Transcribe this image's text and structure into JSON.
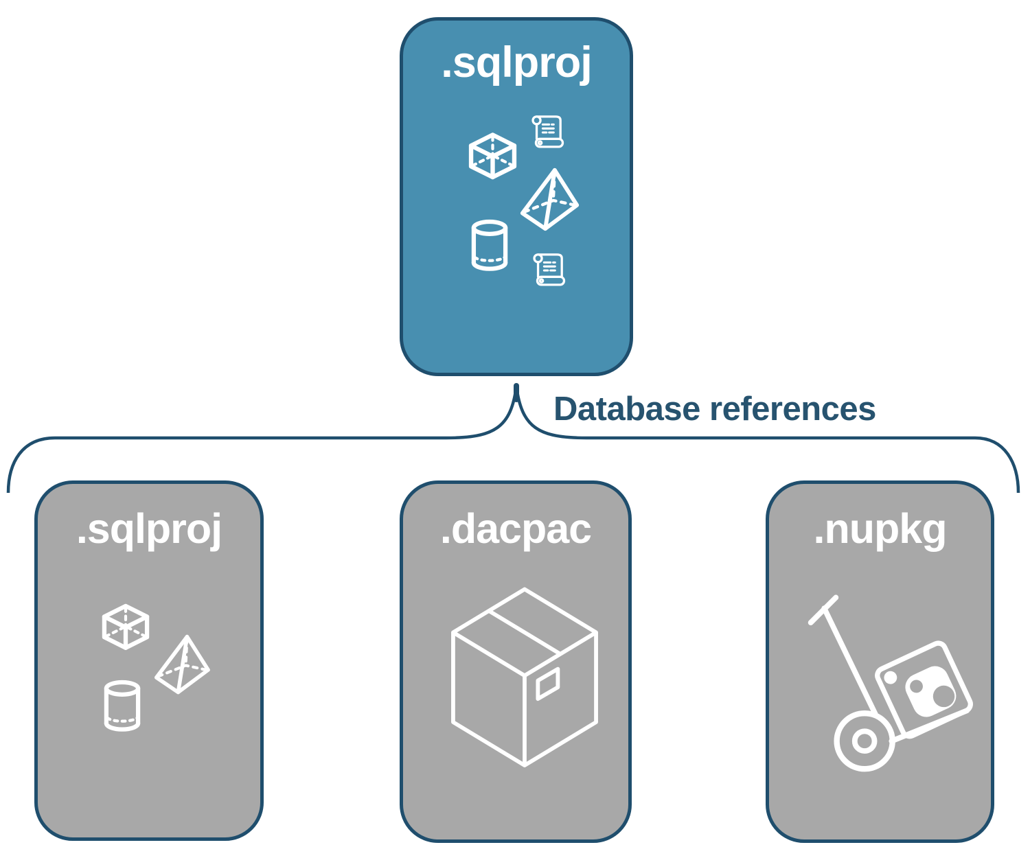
{
  "colors": {
    "teal": "#488FB0",
    "navy": "#1F4E6D",
    "gray": "#A8A8A8",
    "white": "#FFFFFF",
    "label-text": "#27536F"
  },
  "diagram": {
    "root": {
      "label": ".sqlproj",
      "icons": [
        "cube",
        "scroll",
        "pyramid",
        "cylinder",
        "scroll"
      ]
    },
    "connector": {
      "label": "Database references"
    },
    "children": [
      {
        "label": ".sqlproj",
        "icons": [
          "cube",
          "pyramid",
          "cylinder"
        ]
      },
      {
        "label": ".dacpac",
        "icons": [
          "package-box"
        ]
      },
      {
        "label": ".nupkg",
        "icons": [
          "hand-truck-with-nuget-package"
        ]
      }
    ]
  }
}
